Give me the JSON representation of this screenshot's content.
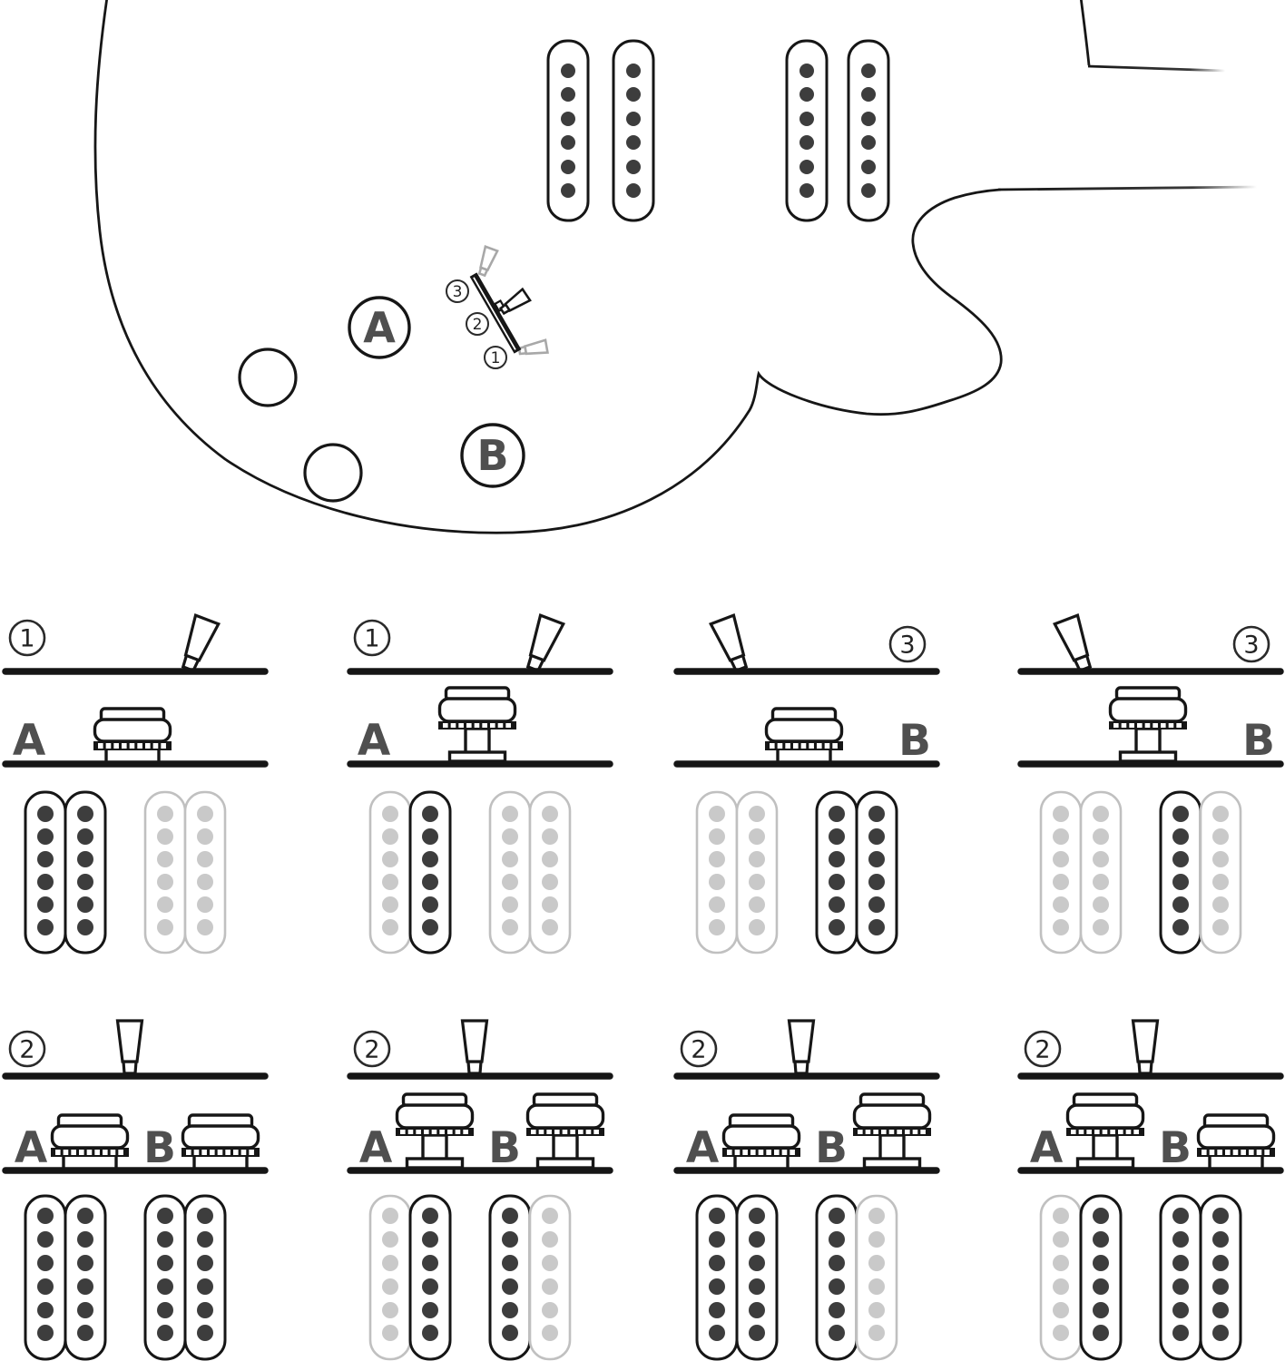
{
  "figure": {
    "kind": "guitar-pickup-switching-diagram",
    "guitar": {
      "knob_a_label": "A",
      "knob_b_label": "B",
      "switch_position_labels": [
        "3",
        "2",
        "1"
      ]
    },
    "colors": {
      "ink": "#161616",
      "dot_active": "#3d3d3d",
      "inactive": "#c0c0c0",
      "dot_inactive": "#c9c9c9",
      "lever_inactive": "#a8a8a8",
      "letter": "#4f4f4f"
    },
    "panels": [
      {
        "switch_position": "1",
        "number_side": "left",
        "lever": "right",
        "knobs": [
          {
            "label": "A",
            "state": "down",
            "label_side": "left"
          }
        ],
        "coils": {
          "neck": [
            "active",
            "active"
          ],
          "bridge": [
            "inactive",
            "inactive"
          ]
        }
      },
      {
        "switch_position": "1",
        "number_side": "left",
        "lever": "right",
        "knobs": [
          {
            "label": "A",
            "state": "up",
            "label_side": "left"
          }
        ],
        "coils": {
          "neck": [
            "inactive",
            "active"
          ],
          "bridge": [
            "inactive",
            "inactive"
          ]
        }
      },
      {
        "switch_position": "3",
        "number_side": "right",
        "lever": "left",
        "knobs": [
          {
            "label": "B",
            "state": "down",
            "label_side": "right"
          }
        ],
        "coils": {
          "neck": [
            "inactive",
            "inactive"
          ],
          "bridge": [
            "active",
            "active"
          ]
        }
      },
      {
        "switch_position": "3",
        "number_side": "right",
        "lever": "left",
        "knobs": [
          {
            "label": "B",
            "state": "up",
            "label_side": "right"
          }
        ],
        "coils": {
          "neck": [
            "inactive",
            "inactive"
          ],
          "bridge": [
            "active",
            "inactive"
          ]
        }
      },
      {
        "switch_position": "2",
        "number_side": "left",
        "lever": "center",
        "knobs": [
          {
            "label": "A",
            "state": "down",
            "label_side": "left"
          },
          {
            "label": "B",
            "state": "down",
            "label_side": "left"
          }
        ],
        "coils": {
          "neck": [
            "active",
            "active"
          ],
          "bridge": [
            "active",
            "active"
          ]
        }
      },
      {
        "switch_position": "2",
        "number_side": "left",
        "lever": "center",
        "knobs": [
          {
            "label": "A",
            "state": "up",
            "label_side": "left"
          },
          {
            "label": "B",
            "state": "up",
            "label_side": "left"
          }
        ],
        "coils": {
          "neck": [
            "inactive",
            "active"
          ],
          "bridge": [
            "active",
            "inactive"
          ]
        }
      },
      {
        "switch_position": "2",
        "number_side": "left",
        "lever": "center",
        "knobs": [
          {
            "label": "A",
            "state": "down",
            "label_side": "left"
          },
          {
            "label": "B",
            "state": "up",
            "label_side": "left"
          }
        ],
        "coils": {
          "neck": [
            "active",
            "active"
          ],
          "bridge": [
            "active",
            "inactive"
          ]
        }
      },
      {
        "switch_position": "2",
        "number_side": "left",
        "lever": "center",
        "knobs": [
          {
            "label": "A",
            "state": "up",
            "label_side": "left"
          },
          {
            "label": "B",
            "state": "down",
            "label_side": "left"
          }
        ],
        "coils": {
          "neck": [
            "inactive",
            "active"
          ],
          "bridge": [
            "active",
            "active"
          ]
        }
      }
    ]
  }
}
